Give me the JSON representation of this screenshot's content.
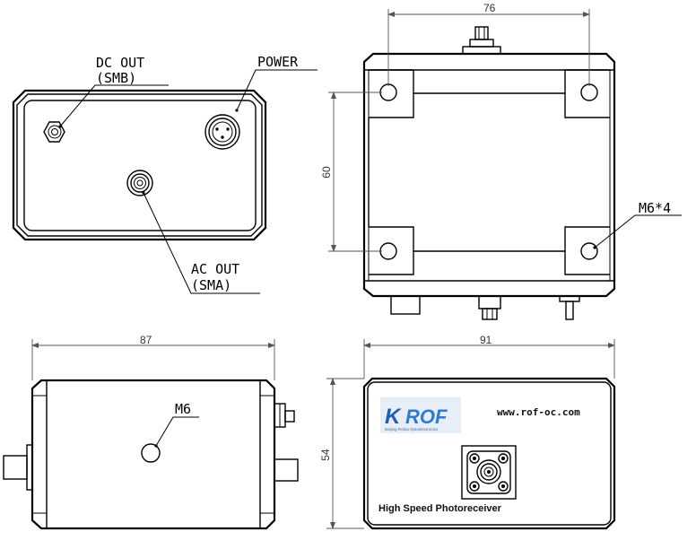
{
  "top_left_view": {
    "dc_out_line1": "DC OUT",
    "dc_out_line2": "(SMB)",
    "power": "POWER",
    "ac_out_line1": "AC OUT",
    "ac_out_line2": "(SMA)"
  },
  "top_right_view": {
    "width_dim": "76",
    "height_dim": "60",
    "holes_label": "M6*4"
  },
  "bottom_left_view": {
    "width_dim": "87",
    "hole_label": "M6"
  },
  "bottom_right_view": {
    "width_dim": "91",
    "height_dim": "54",
    "brand": "ROF",
    "brand_sub": "Beijing Rofea Optoelectronics",
    "url": "www.rof-oc.com",
    "product": "High Speed Photoreceiver"
  }
}
